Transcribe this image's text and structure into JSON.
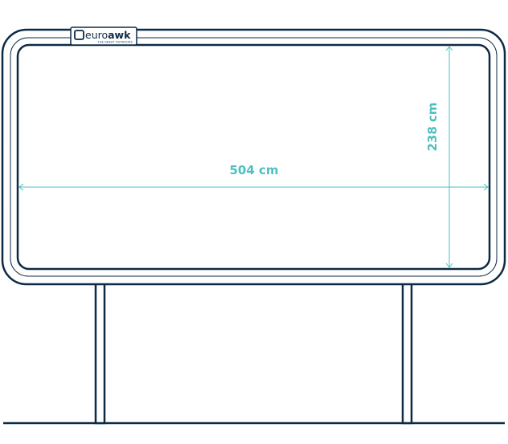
{
  "billboard": {
    "logo": {
      "brand_light": "euro",
      "brand_bold": "awk",
      "tagline": "THE GREAT OUTDOORS"
    },
    "width_label": "504 cm",
    "height_label": "238 cm"
  },
  "colors": {
    "outline": "#0d2a45",
    "dimension": "#4bbfc0",
    "background": "#ffffff"
  }
}
